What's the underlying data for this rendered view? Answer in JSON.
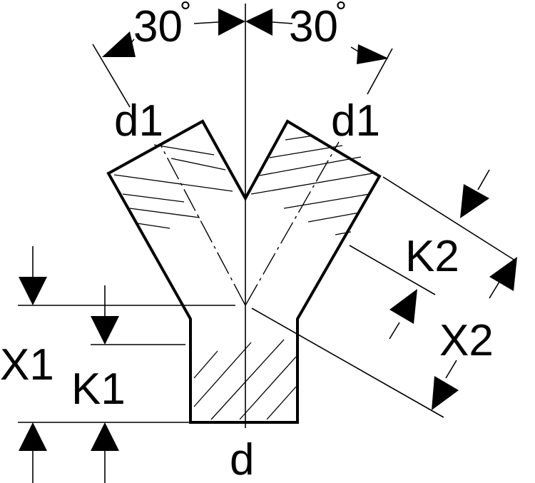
{
  "diagram": {
    "angle_left": "30",
    "angle_right": "30",
    "degree_symbol": "°",
    "branch_left_label": "d1",
    "branch_right_label": "d1",
    "main_label": "d",
    "k1_label": "K1",
    "x1_label": "X1",
    "k2_label": "K2",
    "x2_label": "X2"
  }
}
